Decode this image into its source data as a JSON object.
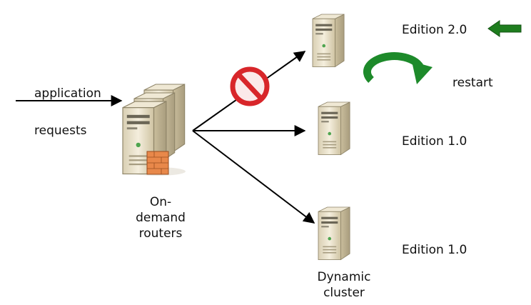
{
  "labels": {
    "application": "application",
    "requests": "requests",
    "router_line1": "On-",
    "router_line2": "demand",
    "router_line3": "routers",
    "edition_top": "Edition 2.0",
    "restart": "restart",
    "edition_mid": "Edition 1.0",
    "edition_bottom": "Edition 1.0",
    "cluster_line1": "Dynamic",
    "cluster_line2": "cluster"
  },
  "icons": {
    "router": "server-stack-icon",
    "server": "server-icon",
    "blocked": "no-entry-icon",
    "restart": "restart-arrow-icon",
    "pointer": "left-arrow-icon"
  },
  "colors": {
    "server_body": "#e9e1cc",
    "server_shadow": "#b9ad8f",
    "blocked_red": "#d8262a",
    "restart_green": "#1d8a2a",
    "arrow_green": "#1e7d1e",
    "line": "#000000",
    "firewall": "#e8884a"
  }
}
